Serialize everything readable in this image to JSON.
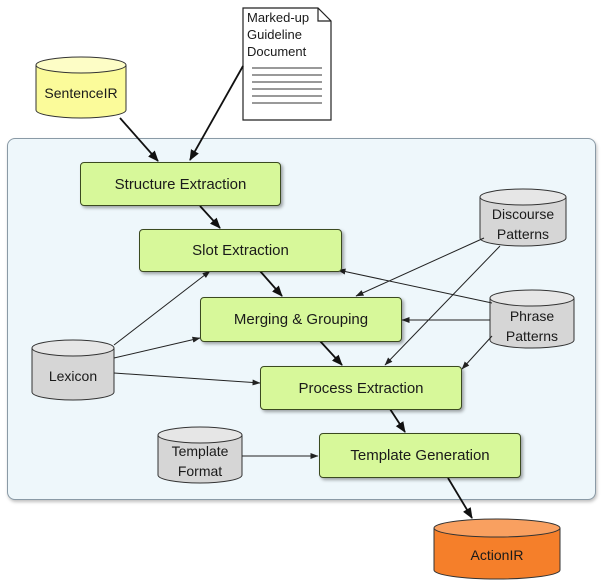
{
  "document": {
    "label": "Marked-up\nGuideline\nDocument"
  },
  "stores": {
    "sentence_ir": {
      "label": "SentenceIR",
      "color": "#fbfb9a"
    },
    "discourse_patterns": {
      "label": "Discourse\nPatterns",
      "color": "#d6d6d6"
    },
    "phrase_patterns": {
      "label": "Phrase\nPatterns",
      "color": "#d6d6d6"
    },
    "lexicon": {
      "label": "Lexicon",
      "color": "#d6d6d6"
    },
    "template_format": {
      "label": "Template\nFormat",
      "color": "#d6d6d6"
    },
    "action_ir": {
      "label": "ActionIR",
      "color": "#f57f2a"
    }
  },
  "processes": {
    "structure_extraction": "Structure Extraction",
    "slot_extraction": "Slot Extraction",
    "merging_grouping": "Merging & Grouping",
    "process_extraction": "Process Extraction",
    "template_generation": "Template Generation"
  }
}
